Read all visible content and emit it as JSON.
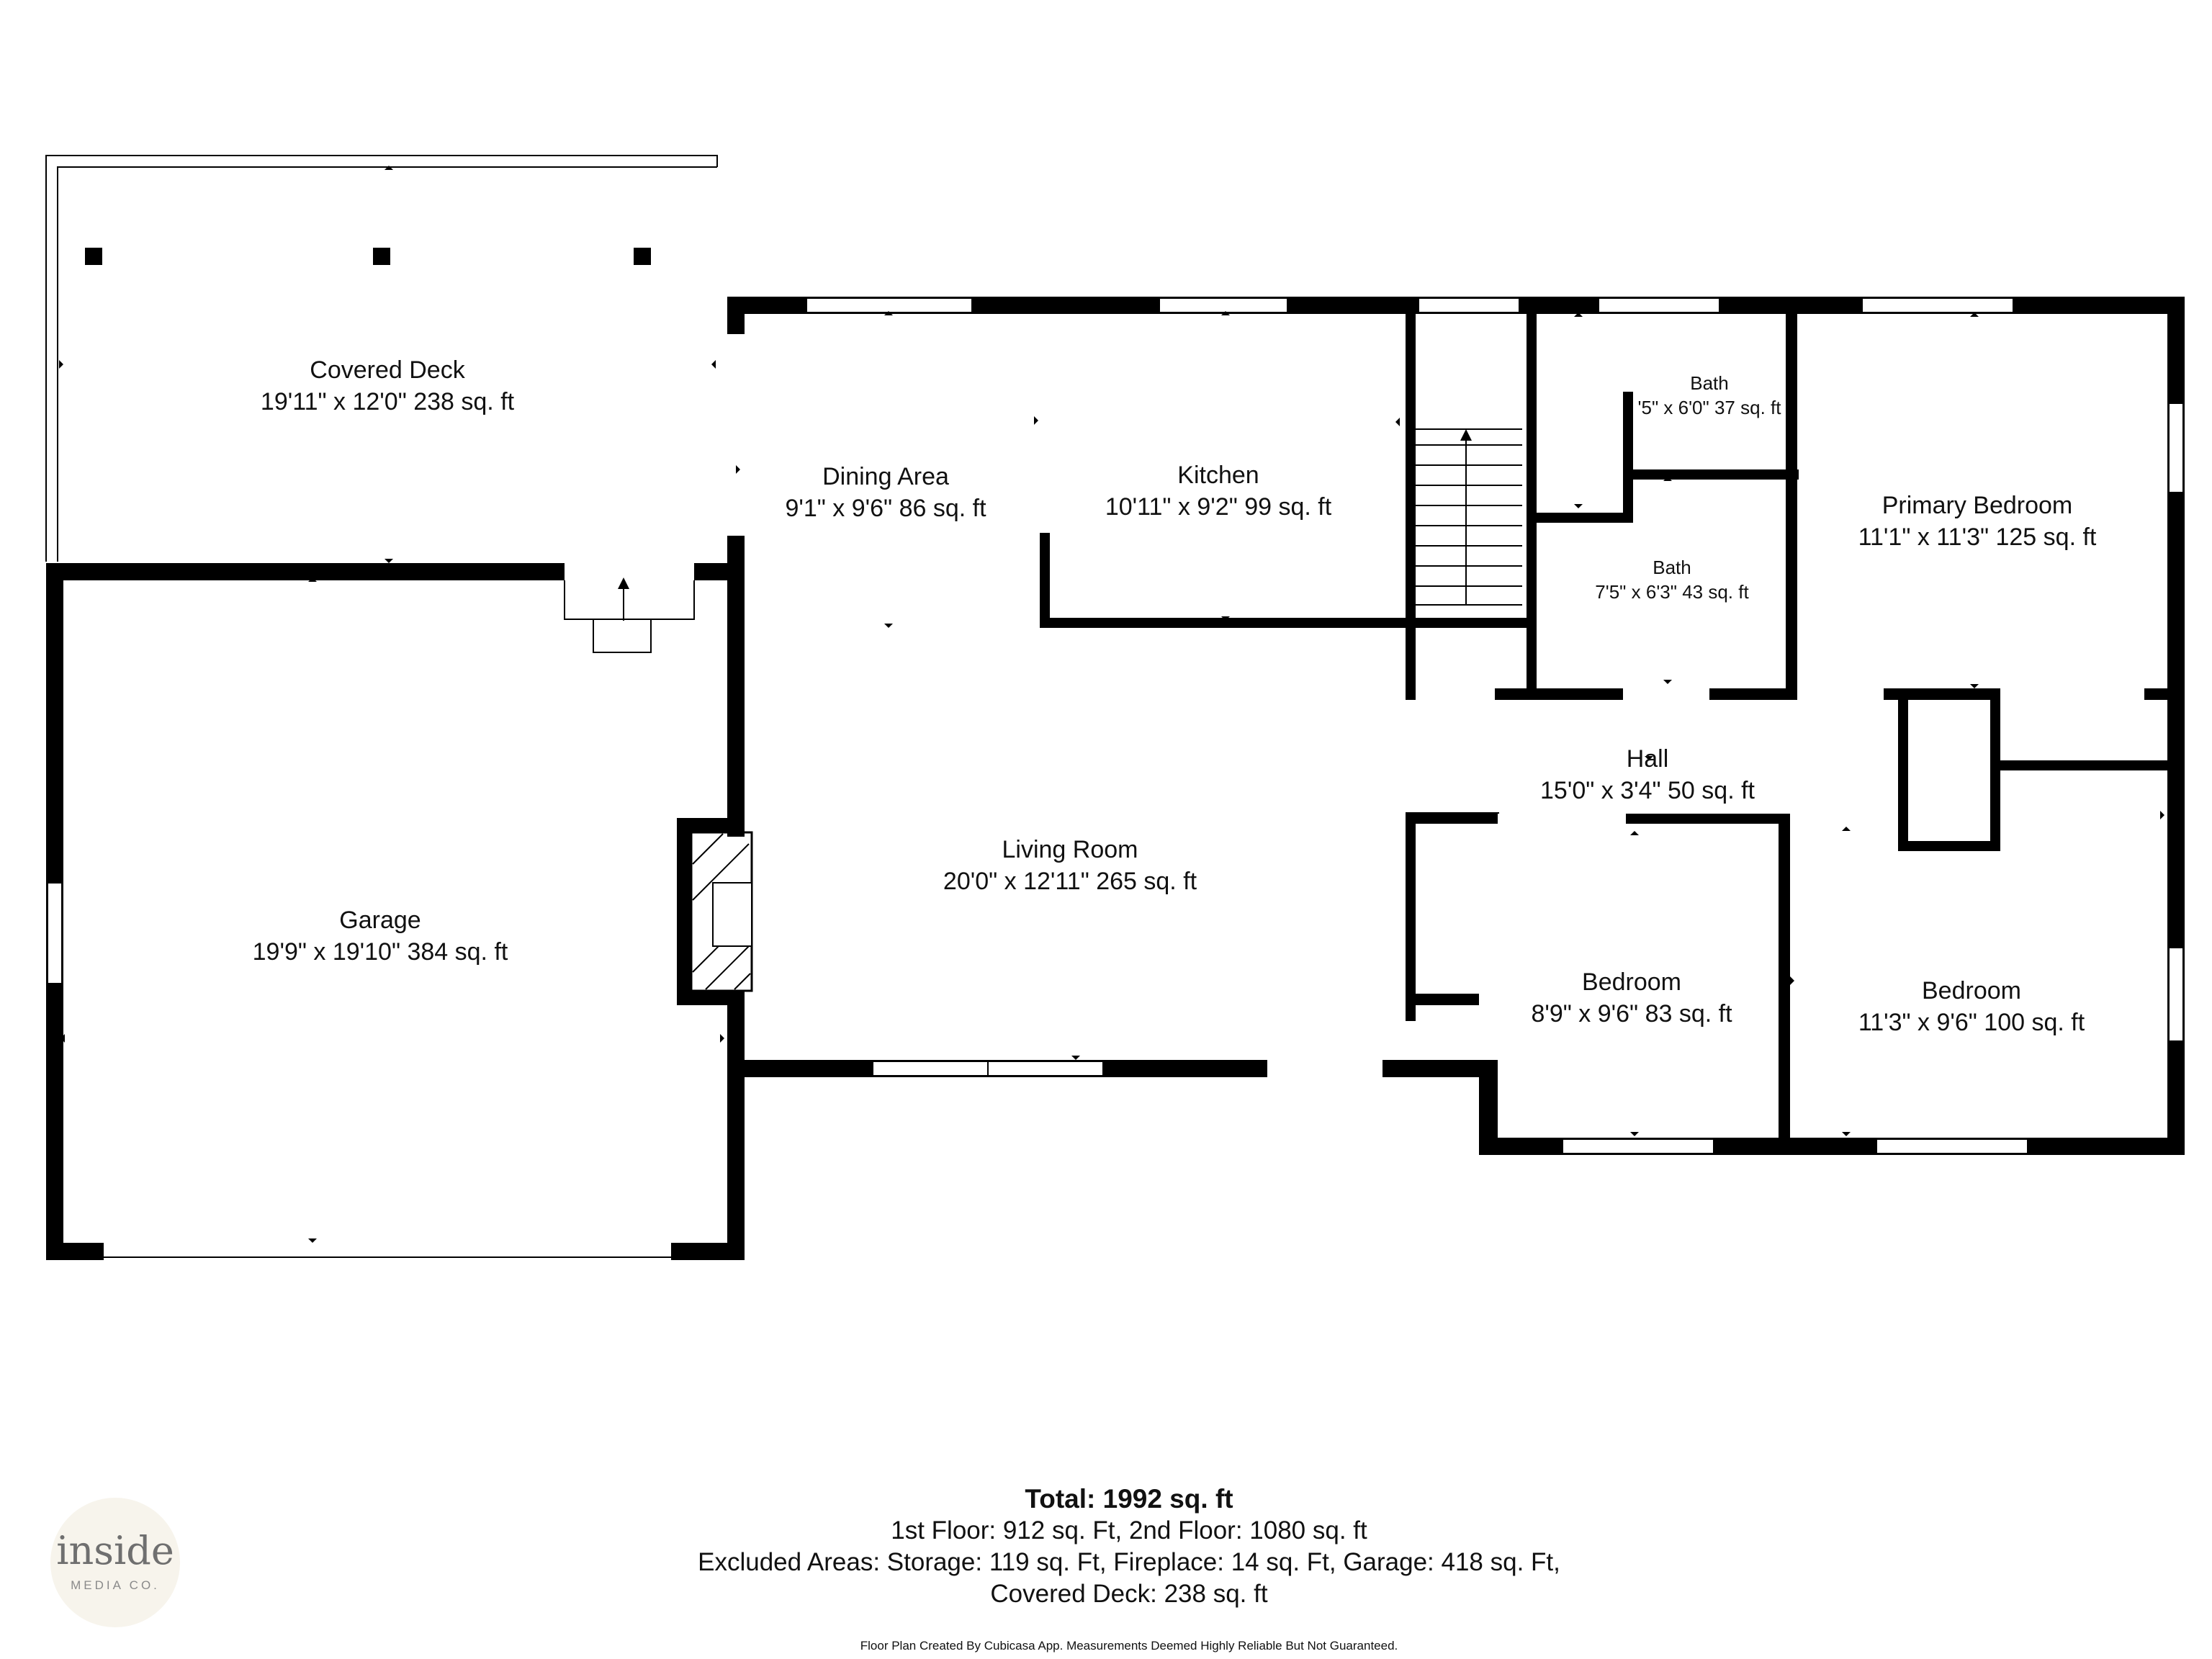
{
  "rooms": {
    "covered_deck": {
      "name": "Covered Deck",
      "dims": "19'11\" x 12'0\" 238 sq. ft"
    },
    "garage": {
      "name": "Garage",
      "dims": "19'9\" x 19'10\" 384 sq. ft"
    },
    "dining": {
      "name": "Dining Area",
      "dims": "9'1\" x 9'6\" 86 sq. ft"
    },
    "kitchen": {
      "name": "Kitchen",
      "dims": "10'11\" x 9'2\" 99 sq. ft"
    },
    "living": {
      "name": "Living Room",
      "dims": "20'0\" x 12'11\" 265 sq. ft"
    },
    "bath1": {
      "name": "Bath",
      "dims": "'5\" x 6'0\" 37 sq. ft"
    },
    "bath2": {
      "name": "Bath",
      "dims": "7'5\" x 6'3\" 43 sq. ft"
    },
    "primary": {
      "name": "Primary Bedroom",
      "dims": "11'1\" x 11'3\" 125 sq. ft"
    },
    "hall": {
      "name": "Hall",
      "dims": "15'0\" x 3'4\" 50 sq. ft"
    },
    "bedroom1": {
      "name": "Bedroom",
      "dims": "8'9\" x 9'6\" 83 sq. ft"
    },
    "bedroom2": {
      "name": "Bedroom",
      "dims": "11'3\" x 9'6\" 100 sq. ft"
    }
  },
  "summary": {
    "total": "Total: 1992 sq. ft",
    "floors": "1st Floor: 912 sq. Ft, 2nd Floor: 1080 sq. ft",
    "excluded": "Excluded Areas: Storage: 119 sq. Ft, Fireplace: 14 sq. Ft, Garage: 418 sq. Ft,",
    "excluded2": "Covered Deck: 238 sq. ft"
  },
  "disclaimer": "Floor Plan Created By Cubicasa App. Measurements Deemed Highly Reliable But Not Guaranteed.",
  "logo": {
    "word": "inside",
    "sub": "MEDIA CO."
  },
  "colors": {
    "walls": "#000000",
    "background": "#ffffff",
    "logo_bg": "#f7f4ec"
  }
}
